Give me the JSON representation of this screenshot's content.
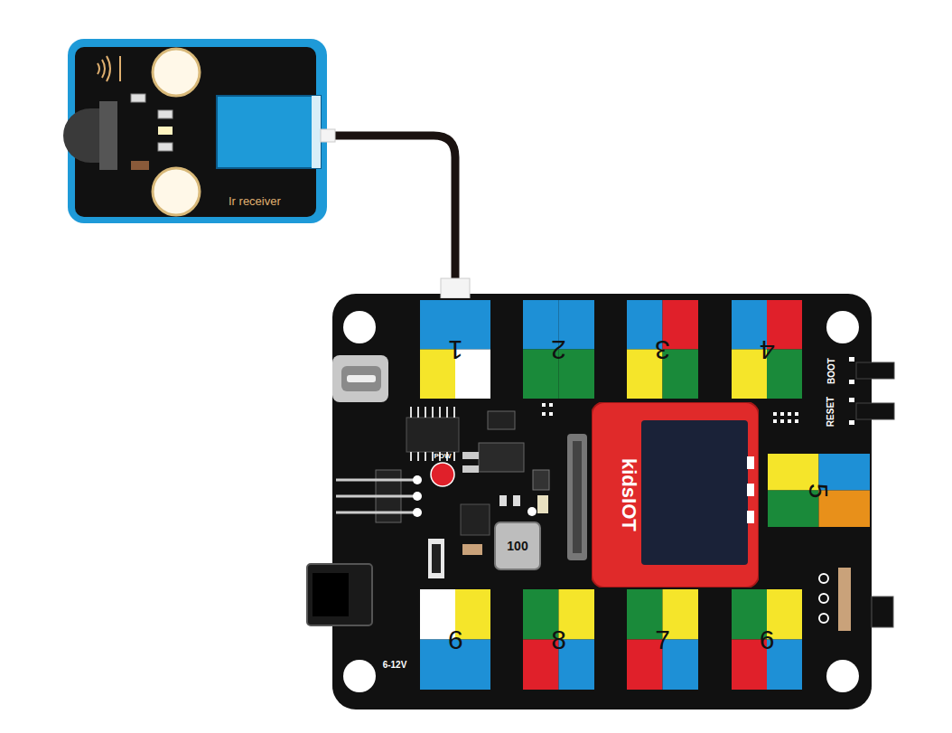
{
  "diagram": {
    "nodes": [
      {
        "text": [
          "Ir receiver"
        ]
      },
      {
        "text": [
          "1"
        ]
      },
      {
        "text": [
          "2"
        ]
      },
      {
        "text": [
          "3"
        ]
      },
      {
        "text": [
          "4"
        ]
      },
      {
        "text": [
          "kidsIOT"
        ]
      },
      {
        "text": [
          "5"
        ]
      },
      {
        "text": [
          "9"
        ]
      },
      {
        "text": [
          "8"
        ]
      },
      {
        "text": [
          "7"
        ]
      },
      {
        "text": [
          "6"
        ]
      }
    ],
    "edges": [
      {
        "from": 0,
        "to": 1,
        "arrow": "none"
      }
    ],
    "labels": [
      "BOOT",
      "RESET",
      "POW",
      "100",
      "6-12V"
    ]
  }
}
